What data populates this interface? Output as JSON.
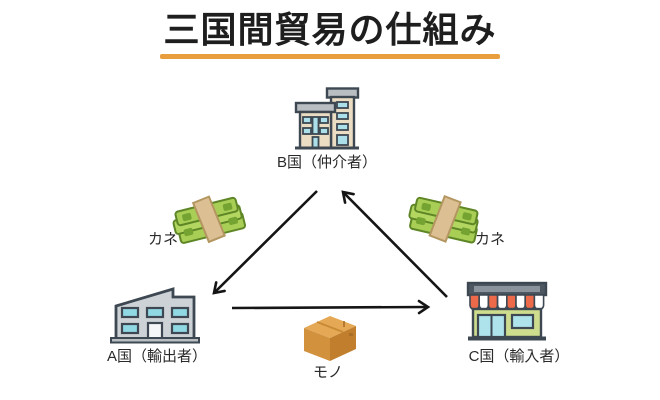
{
  "title": {
    "text": "三国間貿易の仕組み"
  },
  "nodes": {
    "b": {
      "label": "B国（仲介者）",
      "icon": "office-building-icon"
    },
    "a": {
      "label": "A国（輸出者）",
      "icon": "factory-building-icon"
    },
    "c": {
      "label": "C国（輸入者）",
      "icon": "storefront-icon"
    }
  },
  "flows": {
    "money_left": {
      "label": "カネ",
      "icon": "money-stack-icon",
      "from": "B国",
      "to": "A国"
    },
    "money_right": {
      "label": "カネ",
      "icon": "money-stack-icon",
      "from": "C国",
      "to": "B国"
    },
    "goods": {
      "label": "モノ",
      "icon": "package-box-icon",
      "from": "A国",
      "to": "C国"
    }
  },
  "colors": {
    "accent_underline": "#E89E3C",
    "title_text": "#1e1e1e",
    "arrow": "#151515",
    "building_beige": "#EBDCC4",
    "building_gray": "#CDD2D6",
    "window_blue": "#ABDFE9",
    "shop_green": "#CEDC8E",
    "awning_red": "#EC6A4A",
    "money_green": "#A8CE55",
    "band_tan": "#DCC094",
    "box_orange": "#D2913C"
  }
}
